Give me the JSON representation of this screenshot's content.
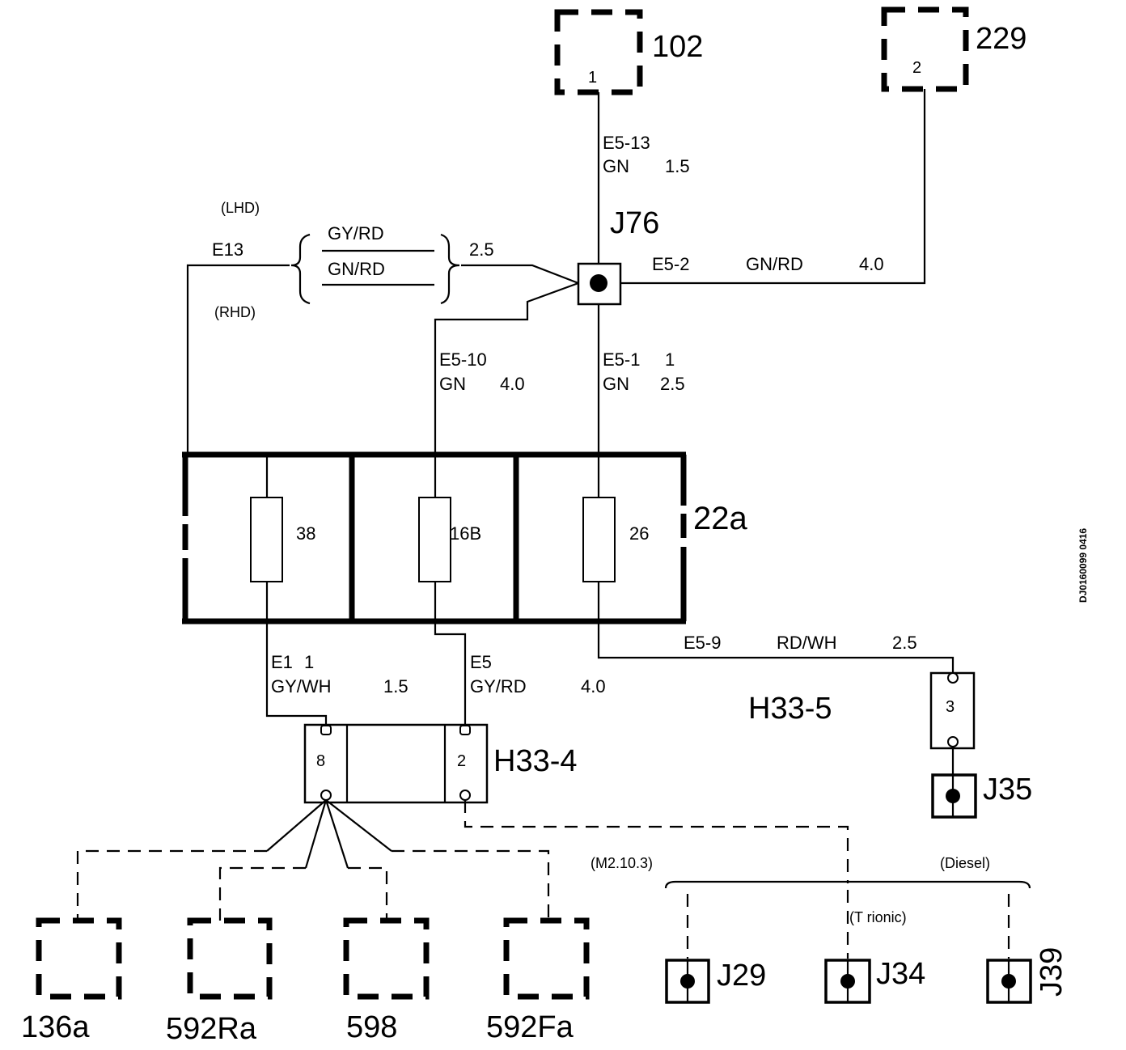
{
  "components": {
    "c102": {
      "id": "102",
      "pin": "1"
    },
    "c229": {
      "id": "229",
      "pin": "2"
    },
    "fusebox": {
      "id": "22a",
      "fuses": [
        "38",
        "16B",
        "26"
      ]
    },
    "j76": "J76",
    "h33_4": {
      "id": "H33-4",
      "pins": [
        "8",
        "2"
      ]
    },
    "h33_5": {
      "id": "H33-5",
      "pin": "3"
    },
    "j35": "J35",
    "j29": "J29",
    "j34": "J34",
    "j39": "J39",
    "c136a": "136a",
    "c592ra": "592Ra",
    "c598": "598",
    "c592fa": "592Fa"
  },
  "wires": {
    "e5_13": {
      "code": "E5-13",
      "color": "GN",
      "size": "1.5"
    },
    "e5_2": {
      "code": "E5-2",
      "color": "GN/RD",
      "size": "4.0"
    },
    "e13": {
      "code": "E13",
      "lhd": "(LHD)",
      "rhd": "(RHD)",
      "color_a": "GY/RD",
      "color_b": "GN/RD",
      "size": "2.5"
    },
    "e5_10": {
      "code": "E5-10",
      "color": "GN",
      "size": "4.0"
    },
    "e5_1": {
      "code": "E5-1",
      "index": "1",
      "color": "GN",
      "size": "2.5"
    },
    "e1": {
      "code": "E1",
      "index": "1",
      "color": "GY/WH",
      "size": "1.5"
    },
    "e5": {
      "code": "E5",
      "color": "GY/RD",
      "size": "4.0"
    },
    "e5_9": {
      "code": "E5-9",
      "color": "RD/WH",
      "size": "2.5"
    }
  },
  "variants": {
    "m2103": "(M2.10.3)",
    "trionic": "(T  rionic)",
    "diesel": "(Diesel)"
  },
  "doc_id": "DJ0160099 0416"
}
